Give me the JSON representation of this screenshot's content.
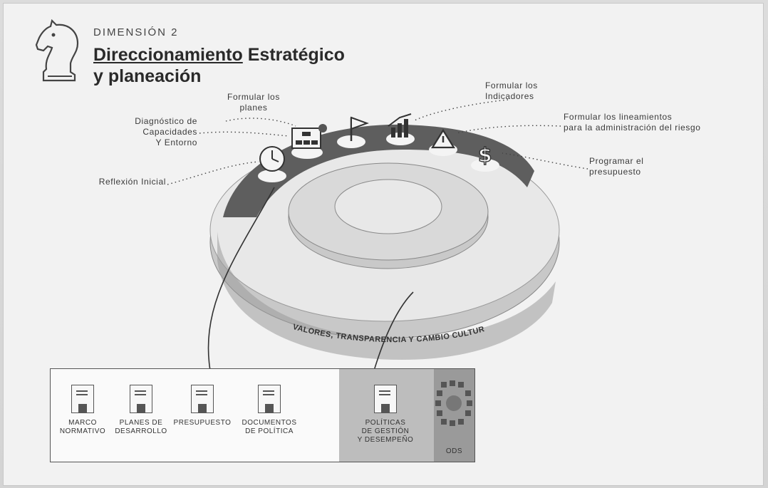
{
  "dimension_label": "DIMENSIÓN 2",
  "title": {
    "part1": "Direccionamiento",
    "part2": "Estratégico",
    "line2": "y planeación"
  },
  "stages": {
    "reflexion": "Reflexión Inicial",
    "diagnostico": "Diagnóstico de\nCapacidades\nY Entorno",
    "planes": "Formular los\nplanes",
    "indicadores": "Formular los\nIndicadores",
    "riesgo": "Formular los lineamientos\npara la administración del riesgo",
    "presupuesto": "Programar el\npresupuesto"
  },
  "ring_label": "VALORES, TRANSPARENCIA Y CAMBIO CULTURAL",
  "documents": [
    {
      "label": "MARCO\nNORMATIVO"
    },
    {
      "label": "PLANES DE\nDESARROLLO"
    },
    {
      "label": "PRESUPUESTO"
    },
    {
      "label": "DOCUMENTOS\nDE POLÍTICA"
    },
    {
      "label": "POLÍTICAS\nDE GESTIÓN\nY DESEMPEÑO"
    }
  ],
  "ods_label": "ODS",
  "colors": {
    "ring_dark": "#5e5e5e",
    "ring_light": "#d4d4d4",
    "ods_panel": "#9a9a9a"
  }
}
